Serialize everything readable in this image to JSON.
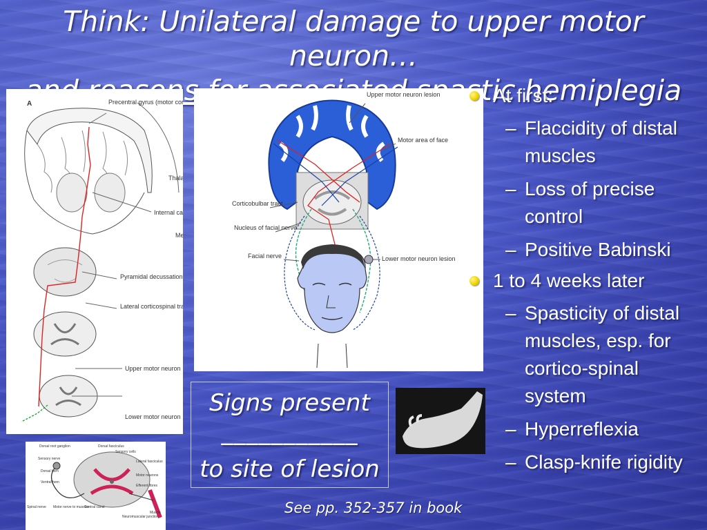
{
  "slide": {
    "title_line1": "Think: Unilateral damage to upper motor neuron…",
    "title_and": "and ",
    "title_underlined": "reasons for",
    "title_rest": " associated spastic hemiplegia",
    "bullets": [
      {
        "label": "At first:",
        "sub": [
          "Flaccidity of distal muscles",
          "Loss of precise control",
          "Positive Babinski"
        ]
      },
      {
        "label": "1 to 4 weeks later",
        "sub": [
          "Spasticity of distal muscles, esp. for cortico-spinal system",
          "Hyperreflexia",
          "Clasp-knife rigidity"
        ]
      }
    ],
    "signs_box": {
      "line1": "Signs present",
      "line2": "___________",
      "line3": "to site of lesion"
    },
    "reference": "See pp. 352-357 in book",
    "accent_colors": {
      "background": "#4a58c8",
      "bullet": "#f1d400",
      "text": "#ffffff"
    }
  },
  "figureA": {
    "panel_letter": "A",
    "labels": [
      "Precentral gyrus (motor cortex)",
      "Thala",
      "Internal capsule",
      "Me len",
      "Pyramidal decussation",
      "Lateral corticospinal tract",
      "Upper motor neuron",
      "Lower motor neuron"
    ]
  },
  "figureB": {
    "labels": [
      "Upper motor neuron lesion",
      "Motor area of face",
      "Corticobulbar tract",
      "Nucleus of facial nerve",
      "Facial nerve",
      "Lower motor neuron lesion"
    ]
  },
  "figureC": {
    "labels": [
      "Dorsal root ganglion",
      "Sensory nerve",
      "Dorsal horn",
      "Ventral horn",
      "Motor nerve to muscles",
      "Central canal",
      "Spinal nerve",
      "Dorsal fasciculus",
      "Sensory cells",
      "Lateral fasciculus",
      "Motor neurons",
      "Efferent fibres",
      "Neuromuscular junction",
      "Muscle"
    ]
  }
}
